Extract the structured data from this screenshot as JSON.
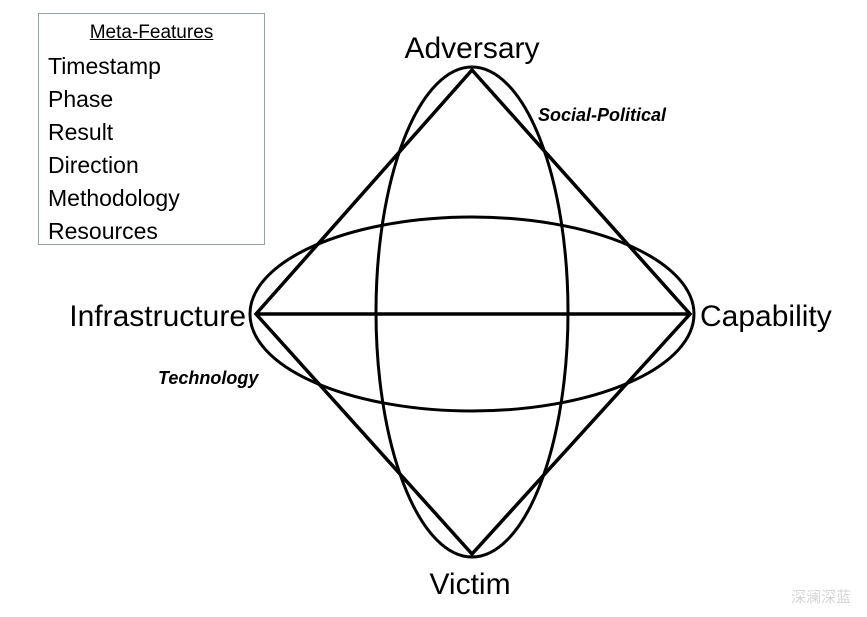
{
  "meta_features": {
    "title": "Meta-Features",
    "items": [
      "Timestamp",
      "Phase",
      "Result",
      "Direction",
      "Methodology",
      "Resources"
    ]
  },
  "vertices": {
    "adversary": "Adversary",
    "capability": "Capability",
    "victim": "Victim",
    "infrastructure": "Infrastructure"
  },
  "axes": {
    "social_political": "Social-Political",
    "technology": "Technology"
  },
  "watermark": "深澜深蓝",
  "colors": {
    "line": "#000000",
    "box_border": "#8fa5a8",
    "watermark": "#d5d5d5"
  }
}
